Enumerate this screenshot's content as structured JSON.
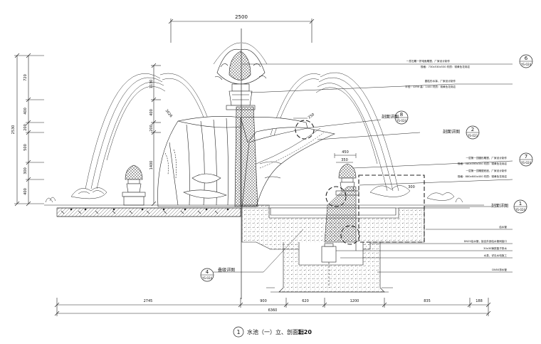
{
  "drawing": {
    "title": "水池（一）立、剖面图",
    "scale": "1:20",
    "title_index": "1"
  },
  "dimensions": {
    "top": "2500",
    "left_total": "2530",
    "left_segments": [
      "720",
      "400",
      "200",
      "500",
      "300",
      "400"
    ],
    "inner_left": [
      "1130",
      "400",
      "200",
      "1400"
    ],
    "spray_arc": "3026",
    "small_250": "250",
    "dim_350": "350",
    "dim_450": "450",
    "dim_300": "300",
    "bottom_segments": [
      "2745",
      "900",
      "620",
      "1200",
      "835",
      "188"
    ],
    "bottom_total": "6360"
  },
  "callouts": [
    {
      "id": "c6",
      "num": "6",
      "sheet": "YS-024"
    },
    {
      "id": "c8",
      "num": "8",
      "sheet": "YS-024",
      "label": "剖面详图"
    },
    {
      "id": "c2",
      "num": "2",
      "sheet": "YS-023",
      "label": "剖面详图"
    },
    {
      "id": "c7",
      "num": "7",
      "sheet": "YS-024"
    },
    {
      "id": "c1",
      "num": "1",
      "sheet": "YS-024",
      "label": "剖面详图"
    },
    {
      "id": "c4",
      "num": "4",
      "sheet": "YS-024",
      "label": "叠级详图"
    }
  ],
  "notes": {
    "n6a": "一层石雕一拼电鱼雕塑，厂家设计制作",
    "n6b": "规格：730x530x530 材质：锈黄色花岗岩",
    "n_vase_a": "圆柱形水钵，厂家设计制作",
    "n_vase_b": "半径：1250 高：1400 材质：锈黄色花岗岩",
    "n7a": "一层第一顶圆形雕塑，厂家设计制作",
    "n7b": "规格：580x350x350 材质：锈黄色花岗岩",
    "n7c": "一层第一顶雕塑底座，厂家设计制作",
    "n7d": "规格：880x600x400 材质：锈黄色花岗岩",
    "r1": "给水管",
    "r2": "DN25给水管，接自外部给水管网接口",
    "r3": "30x30铸铁篦子排水",
    "r4": "水泵，详见水电施工",
    "r5": "DN50排水管"
  }
}
